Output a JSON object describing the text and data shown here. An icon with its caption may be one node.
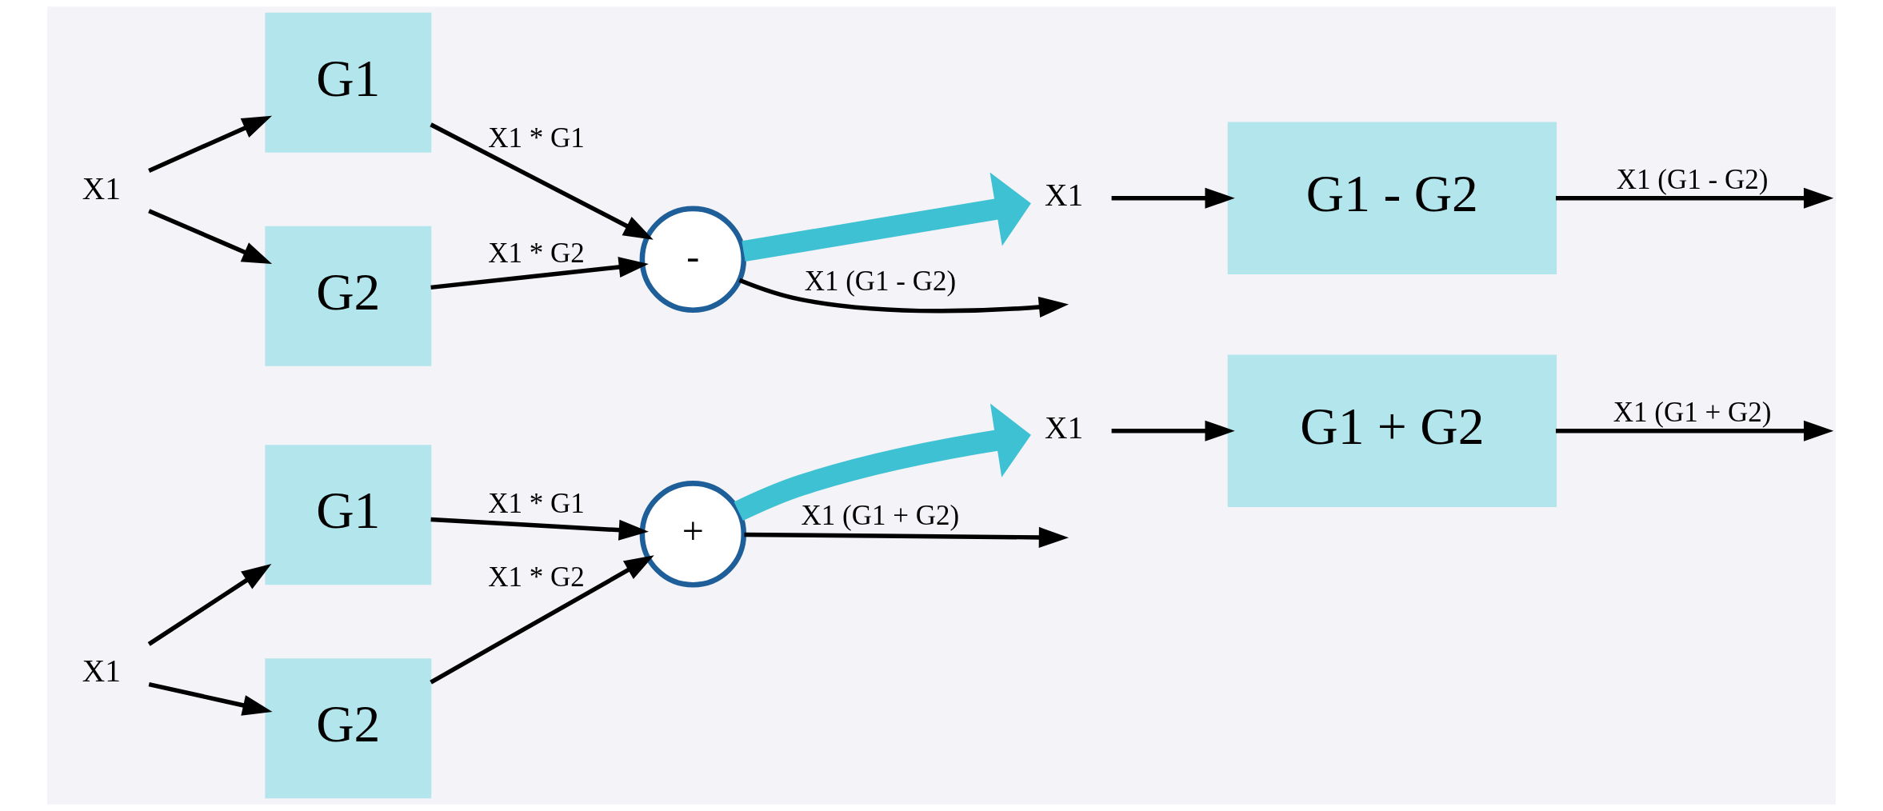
{
  "diagram": {
    "nodes": [
      {
        "text": [
          "X1"
        ]
      },
      {
        "text": [
          "G1"
        ]
      },
      {
        "text": [
          "G2"
        ]
      },
      {
        "text": [
          "+"
        ]
      },
      {
        "text": [
          "X1"
        ]
      },
      {
        "text": [
          "G1 + G2"
        ]
      },
      {
        "text": [
          "X1"
        ]
      },
      {
        "text": [
          "G1"
        ]
      },
      {
        "text": [
          "G2"
        ]
      },
      {
        "text": [
          "-"
        ]
      },
      {
        "text": [
          "X1"
        ]
      },
      {
        "text": [
          "G1 - G2"
        ]
      }
    ],
    "edges": [
      {
        "from": 0,
        "to": 1,
        "arrow": "to"
      },
      {
        "from": 0,
        "to": 2,
        "arrow": "to"
      },
      {
        "from": 1,
        "to": 3,
        "arrow": "to",
        "label": "X1 * G1"
      },
      {
        "from": 2,
        "to": 3,
        "arrow": "to",
        "label": "X1 * G2"
      },
      {
        "from": 3,
        "to": null,
        "arrow": "to",
        "label": "X1 (G1 + G2)"
      },
      {
        "from": 3,
        "to": 4,
        "arrow": "to",
        "style": "thick",
        "color": "#3ec1d3"
      },
      {
        "from": 4,
        "to": 5,
        "arrow": "to"
      },
      {
        "from": 5,
        "to": null,
        "arrow": "to",
        "label": "X1 (G1 + G2)"
      },
      {
        "from": 6,
        "to": 7,
        "arrow": "to"
      },
      {
        "from": 6,
        "to": 8,
        "arrow": "to"
      },
      {
        "from": 7,
        "to": 9,
        "arrow": "to",
        "label": "X1 * G1"
      },
      {
        "from": 8,
        "to": 9,
        "arrow": "to",
        "label": "X1 * G2"
      },
      {
        "from": 9,
        "to": null,
        "arrow": "to",
        "label": "X1 (G1 - G2)"
      },
      {
        "from": 9,
        "to": 10,
        "arrow": "to",
        "style": "thick",
        "color": "#3ec1d3"
      },
      {
        "from": 10,
        "to": 11,
        "arrow": "to"
      },
      {
        "from": 11,
        "to": null,
        "arrow": "to",
        "label": "X1 (G1 - G2)"
      }
    ]
  }
}
